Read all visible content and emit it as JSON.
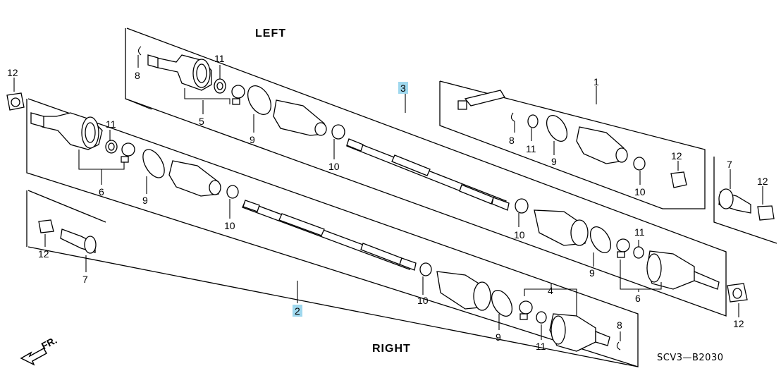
{
  "labels": {
    "left": "LEFT",
    "right": "RIGHT",
    "code": "SCV3—B2030",
    "front": "FR."
  },
  "callouts": {
    "n1": "1",
    "n2": "2",
    "n3": "3",
    "n4": "4",
    "n5": "5",
    "n6": "6",
    "n7": "7",
    "n8": "8",
    "n9": "9",
    "n10": "10",
    "n11": "11",
    "n12": "12"
  },
  "colors": {
    "highlight": "#9fd8ee",
    "line": "#000000",
    "background": "#ffffff"
  },
  "icons": {
    "front_arrow": "front-direction-arrow-icon"
  }
}
